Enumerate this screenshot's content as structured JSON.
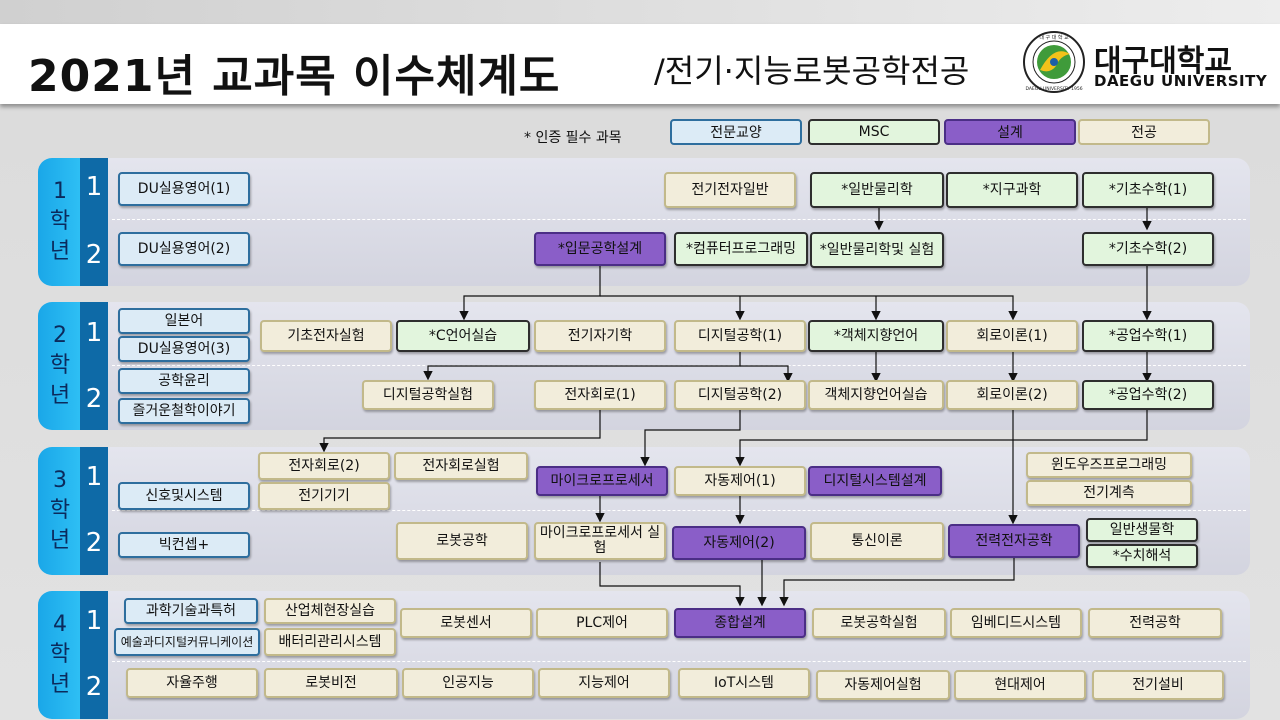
{
  "header": {
    "title": "2021년 교과목 이수체계도",
    "subtitle": "/전기·지능로봇공학전공",
    "university_ko": "대구대학교",
    "university_en": "DAEGU UNIVERSITY",
    "seal_text": "대구대학교 DAEGU UNIVERSITY 1956"
  },
  "legend": {
    "note": "* 인증 필수 과목",
    "items": [
      {
        "label": "전문교양",
        "color": "#dcebf6"
      },
      {
        "label": "MSC",
        "color": "#e2f5dd"
      },
      {
        "label": "설계",
        "color": "#8a5ec8"
      },
      {
        "label": "전공",
        "color": "#f2eddb"
      }
    ]
  },
  "years": [
    {
      "chars": [
        "1",
        "학",
        "년"
      ],
      "semesters": [
        "1",
        "2"
      ]
    },
    {
      "chars": [
        "2",
        "학",
        "년"
      ],
      "semesters": [
        "1",
        "2"
      ]
    },
    {
      "chars": [
        "3",
        "학",
        "년"
      ],
      "semesters": [
        "1",
        "2"
      ]
    },
    {
      "chars": [
        "4",
        "학",
        "년"
      ],
      "semesters": [
        "1",
        "2"
      ]
    }
  ],
  "courses": {
    "y1s1_du1": "DU실용영어(1)",
    "y1s1_intro_ee": "전기전자일반",
    "y1s1_physics1": "*일반물리학",
    "y1s1_earth": "*지구과학",
    "y1s1_math1": "*기초수학(1)",
    "y1s2_du2": "DU실용영어(2)",
    "y1s2_intro_design": "*입문공학설계",
    "y1s2_programming": "*컴퓨터프로그래밍",
    "y1s2_physics_lab": "*일반물리학및 실험",
    "y1s2_math2": "*기초수학(2)",
    "y2s1_japanese": "일본어",
    "y2s1_du3": "DU실용영어(3)",
    "y2s1_basic_lab": "기초전자실험",
    "y2s1_c_lab": "*C언어실습",
    "y2s1_em": "전기자기학",
    "y2s1_digital1": "디지털공학(1)",
    "y2s1_oop": "*객체지향언어",
    "y2s1_circuit1": "회로이론(1)",
    "y2s1_engmath1": "*공업수학(1)",
    "y2s2_ethics": "공학윤리",
    "y2s2_philosophy": "즐거운철학이야기",
    "y2s2_digital_lab": "디지털공학실험",
    "y2s2_electronic1": "전자회로(1)",
    "y2s2_digital2": "디지털공학(2)",
    "y2s2_oop_lab": "객체지향언어실습",
    "y2s2_circuit2": "회로이론(2)",
    "y2s2_engmath2": "*공업수학(2)",
    "y3s1_signals": "신호및시스템",
    "y3s1_electronic2": "전자회로(2)",
    "y3s1_machines": "전기기기",
    "y3s1_electronic_lab": "전자회로실험",
    "y3s1_micro": "마이크로프로세서",
    "y3s1_control1": "자동제어(1)",
    "y3s1_digital_design": "디지털시스템설계",
    "y3s1_windows": "윈도우즈프로그래밍",
    "y3s1_measure": "전기계측",
    "y3s2_bigdata": "빅컨셉+",
    "y3s2_robotics": "로봇공학",
    "y3s2_micro_lab": "마이크로프로세서 실험",
    "y3s2_control2": "자동제어(2)",
    "y3s2_comm": "통신이론",
    "y3s2_power_elec": "전력전자공학",
    "y3s2_biology": "일반생물학",
    "y3s2_numerical": "*수치해석",
    "y4s1_patent": "과학기술과특허",
    "y4s1_art": "예술과디지털커뮤니케이션",
    "y4s1_internship": "산업체현장실습",
    "y4s1_battery": "배터리관리시스템",
    "y4s1_sensor": "로봇센서",
    "y4s1_plc": "PLC제어",
    "y4s1_capstone": "종합설계",
    "y4s1_robot_lab": "로봇공학실험",
    "y4s1_embedded": "임베디드시스템",
    "y4s1_power": "전력공학",
    "y4s2_autonomous": "자율주행",
    "y4s2_vision": "로봇비전",
    "y4s2_ai": "인공지능",
    "y4s2_intelligent": "지능제어",
    "y4s2_iot": "IoT시스템",
    "y4s2_control_lab": "자동제어실험",
    "y4s2_modern": "현대제어",
    "y4s2_equipment": "전기설비"
  }
}
